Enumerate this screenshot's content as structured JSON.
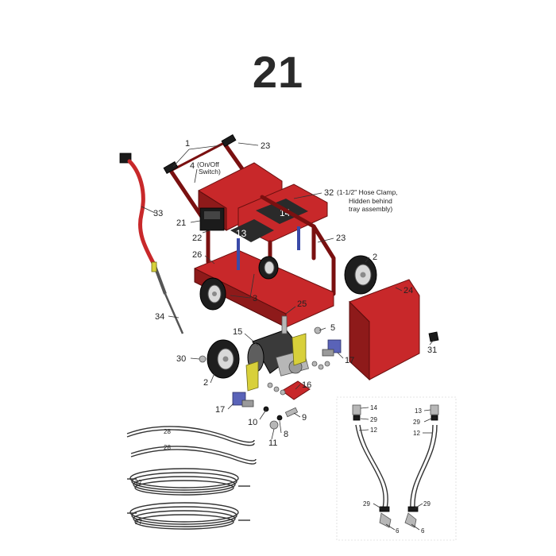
{
  "title": "21",
  "callouts": {
    "c1": "1",
    "c23a": "23",
    "c4": "4",
    "c4note1": "(On/Off",
    "c4note2": "Switch)",
    "c32": "32",
    "c32note1": "(1-1/2\" Hose Clamp,",
    "c32note2": "Hidden behind",
    "c32note3": "tray assembly)",
    "c33": "33",
    "c21": "21",
    "c22": "22",
    "c23b": "23",
    "c2a": "2",
    "c26": "26",
    "c24": "24",
    "c3": "3",
    "c25": "25",
    "c34": "34",
    "c15": "15",
    "c5": "5",
    "c31": "31",
    "c30": "30",
    "c17a": "17",
    "c2b": "2",
    "c16": "16",
    "c17b": "17",
    "c9": "9",
    "c10": "10",
    "c8": "8",
    "c11": "11",
    "c28a": "28",
    "c28b": "28",
    "c27a": "27",
    "c27b": "27",
    "c14": "14",
    "c29a": "29",
    "c12a": "12",
    "c13": "13",
    "c29b": "29",
    "c12b": "12",
    "c29c": "29",
    "c29d": "29",
    "c6a": "6",
    "c6b": "6"
  },
  "colors": {
    "frame_red": "#c8282a",
    "tire_black": "#1e1e1e",
    "bracket_yellow": "#d8d03a",
    "valve_blue": "#5a63b8"
  }
}
